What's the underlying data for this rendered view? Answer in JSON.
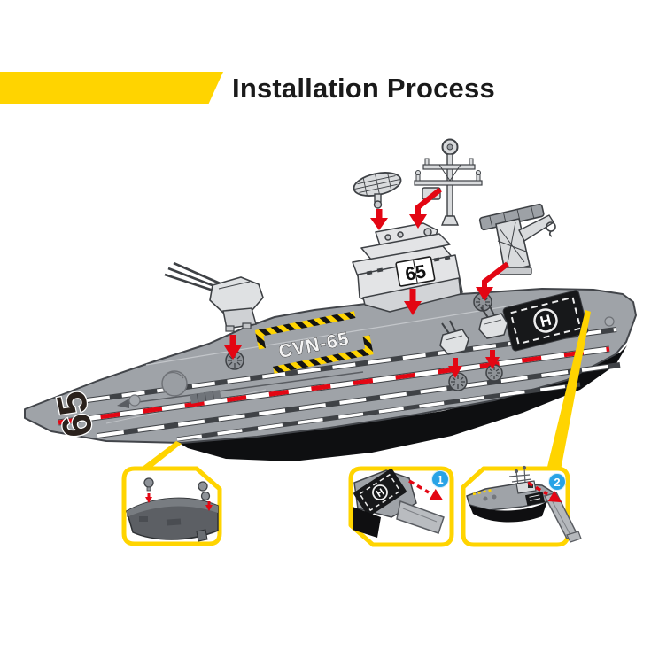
{
  "header": {
    "title": "Installation Process",
    "accent_color": "#FFD400",
    "title_color": "#1A1A1A"
  },
  "diagram": {
    "ship": {
      "bow_hull_number": "65",
      "island_hull_number": "65",
      "deck_designation": "CVN-65",
      "helipad_letter": "H"
    },
    "parts": [
      {
        "name": "gun-turret"
      },
      {
        "name": "radar-dish"
      },
      {
        "name": "antenna-mast"
      },
      {
        "name": "island-superstructure"
      },
      {
        "name": "deck-crane"
      },
      {
        "name": "ciws-turret-front"
      },
      {
        "name": "ciws-turret-rear"
      }
    ],
    "colors": {
      "arrow_red": "#E30613",
      "deck_gray": "#9FA3A8",
      "part_gray": "#DCDEE1",
      "hull_black": "#0E0F11",
      "callout_yellow": "#FFD400",
      "badge_blue": "#29A3E6"
    }
  },
  "insets": [
    {
      "step": "",
      "name": "hull-bottom-pin-assembly"
    },
    {
      "step": "1",
      "name": "stern-ramp-fold-out",
      "helipad_letter": "H"
    },
    {
      "step": "2",
      "name": "ramp-fully-deployed"
    }
  ]
}
